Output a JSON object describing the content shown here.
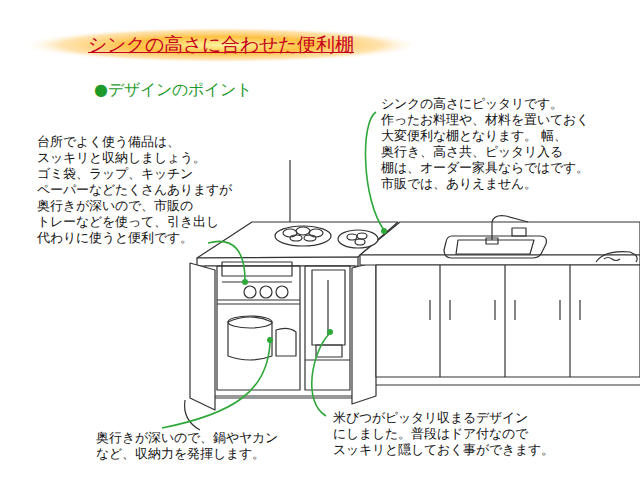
{
  "diagram": {
    "title": "シンクの高さに合わせた便利棚",
    "labels": [
      "●デザインのポイント",
      "シンクの高さにピッタリです。 作ったお料理や、材料を置いておく 大変便利な棚となります。 幅、奥行き、高さ共、ピッタリ入る 棚は、オーダー家具ならではです。 市販では、ありえません。",
      "台所でよく使う備品は、 スッキリと収納しましょう。 ゴミ袋、ラップ、キッチン ペーパーなどたくさんありますが 奥行きが深いので、市販の トレーなどを使って、引き出し 代わりに使うと便利です。",
      "奥行きが深いので、鍋やヤカン など、収納力を発揮します。",
      "米びつがピッタリ収まるデザイン にしました。普段はドア付なので スッキリと隠しておく事ができます。"
    ]
  }
}
